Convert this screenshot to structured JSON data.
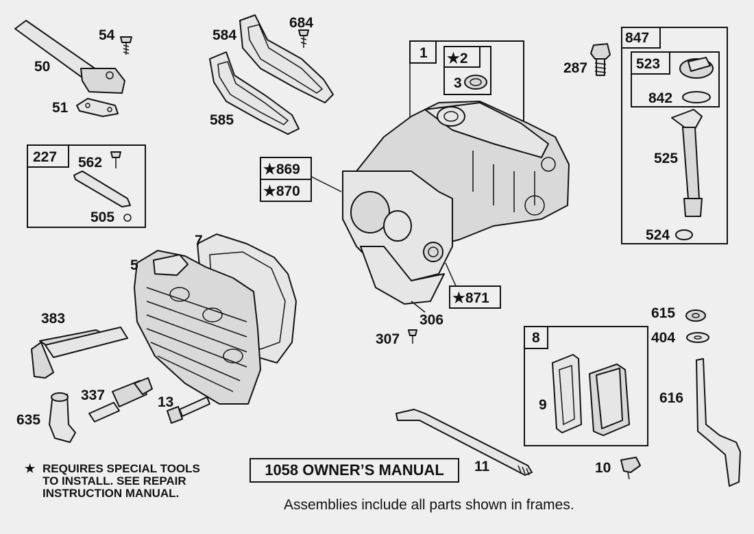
{
  "labels": {
    "p50": "50",
    "p54": "54",
    "p51": "51",
    "p584": "584",
    "p684": "684",
    "p585": "585",
    "p1": "1",
    "p2": "★2",
    "p3": "3",
    "p287": "287",
    "p847": "847",
    "p523": "523",
    "p842": "842",
    "p525": "525",
    "p524": "524",
    "p227": "227",
    "p562": "562",
    "p505": "505",
    "p869": "★869",
    "p870": "★870",
    "p871": "★871",
    "p7": "7",
    "p5": "5",
    "p383": "383",
    "p306": "306",
    "p307": "307",
    "p615": "615",
    "p404": "404",
    "p8": "8",
    "p9": "9",
    "p616": "616",
    "p337": "337",
    "p13": "13",
    "p635": "635",
    "p11": "11",
    "p10": "10"
  },
  "notes": {
    "star": "★",
    "special_tools_lines": [
      "REQUIRES SPECIAL TOOLS",
      "TO INSTALL.  SEE REPAIR",
      "INSTRUCTION MANUAL."
    ],
    "manual": "1058 OWNER’S MANUAL",
    "assemblies": "Assemblies include all parts shown in frames."
  }
}
